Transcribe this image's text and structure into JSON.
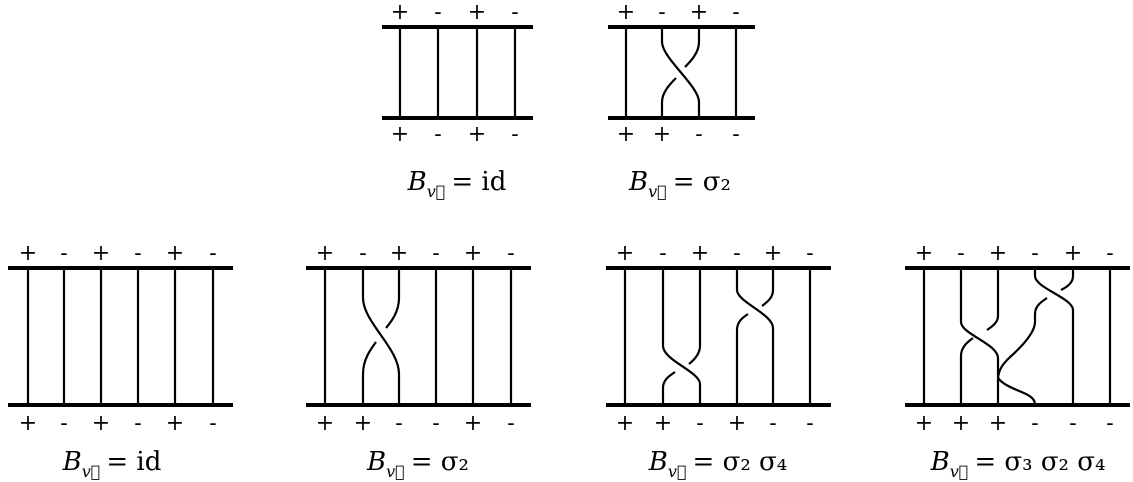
{
  "diagrams": [
    {
      "top_signs": [
        "+",
        "-",
        "+",
        "-"
      ],
      "bottom_signs": [
        "+",
        "-",
        "+",
        "-"
      ],
      "caption": {
        "symbol": "B",
        "subscript": "v⃗",
        "rest": "= id"
      }
    },
    {
      "top_signs": [
        "+",
        "-",
        "+",
        "-"
      ],
      "bottom_signs": [
        "+",
        "+",
        "-",
        "-"
      ],
      "caption": {
        "symbol": "B",
        "subscript": "v⃗",
        "rest": "= σ₂"
      }
    },
    {
      "top_signs": [
        "+",
        "-",
        "+",
        "-",
        "+",
        "-"
      ],
      "bottom_signs": [
        "+",
        "-",
        "+",
        "-",
        "+",
        "-"
      ],
      "caption": {
        "symbol": "B",
        "subscript": "v⃗",
        "rest": "= id"
      }
    },
    {
      "top_signs": [
        "+",
        "-",
        "+",
        "-",
        "+",
        "-"
      ],
      "bottom_signs": [
        "+",
        "+",
        "-",
        "-",
        "+",
        "-"
      ],
      "caption": {
        "symbol": "B",
        "subscript": "v⃗",
        "rest": "= σ₂"
      }
    },
    {
      "top_signs": [
        "+",
        "-",
        "+",
        "-",
        "+",
        "-"
      ],
      "bottom_signs": [
        "+",
        "+",
        "-",
        "+",
        "-",
        "-"
      ],
      "caption": {
        "symbol": "B",
        "subscript": "v⃗",
        "rest": "= σ₂ σ₄"
      }
    },
    {
      "top_signs": [
        "+",
        "-",
        "+",
        "-",
        "+",
        "-"
      ],
      "bottom_signs": [
        "+",
        "+",
        "+",
        "-",
        "-",
        "-"
      ],
      "caption": {
        "symbol": "B",
        "subscript": "v⃗",
        "rest": "= σ₃ σ₂ σ₄"
      }
    }
  ],
  "colors": {
    "ink": "#000000",
    "background": "#ffffff"
  }
}
